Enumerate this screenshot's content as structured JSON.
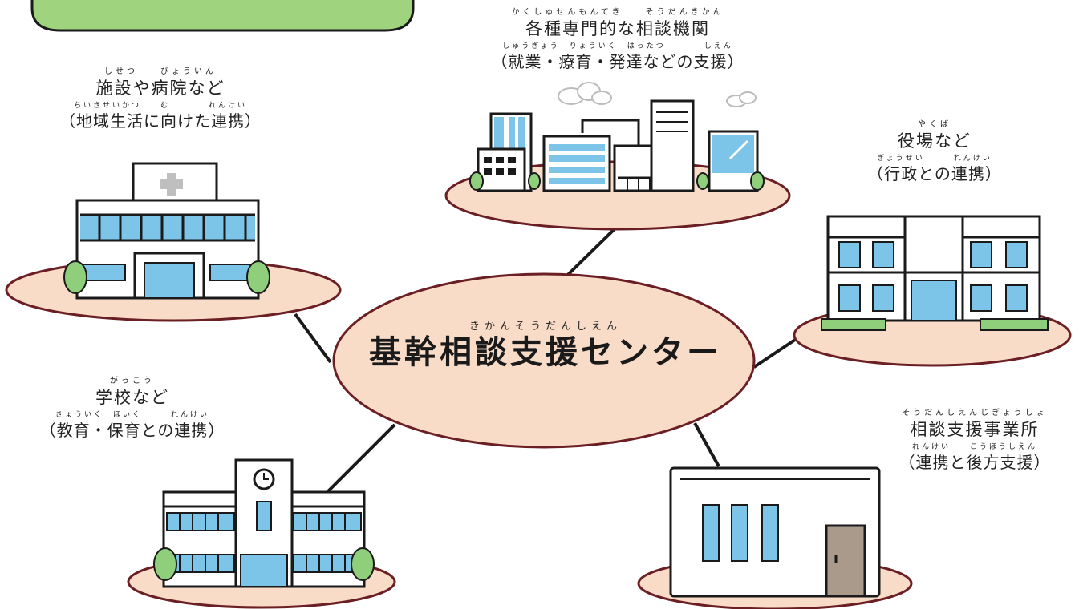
{
  "center": {
    "ruby": "きかんそうだんしえん",
    "label": "基幹相談支援センター"
  },
  "nodes": {
    "specialist": {
      "ruby": "かくしゅせんもんてき　　そうだんきかん",
      "title": "各種専門的な相談機関",
      "ruby2": "しゅうぎょう　りょういく　はったつ　　　　しえん",
      "subtitle": "（就業・療育・発達などの支援）"
    },
    "hospital": {
      "ruby": "しせつ　　びょういん",
      "title": "施設や病院など",
      "ruby2": "ちいきせいかつ　　む　　　　れんけい",
      "subtitle": "（地域生活に向けた連携）"
    },
    "cityhall": {
      "ruby": "やくば",
      "title": "役場など",
      "ruby2": "ぎょうせい　　　れんけい",
      "subtitle": "（行政との連携）"
    },
    "school": {
      "ruby": "がっこう",
      "title": "学校など",
      "ruby2": "きょういく　ほいく　　　れんけい",
      "subtitle": "（教育・保育との連携）"
    },
    "office": {
      "ruby": "そうだんしえんじぎょうしょ",
      "title": "相談支援事業所",
      "ruby2": "れんけい　　こうほうしえん",
      "subtitle": "（連携と後方支援）"
    }
  },
  "colors": {
    "platform": "#f8dcc8",
    "outline": "#6b1f24",
    "window": "#7cc4e8",
    "tree": "#8fcf7c",
    "banner": "#9fd37d",
    "door": "#a99a8c"
  }
}
